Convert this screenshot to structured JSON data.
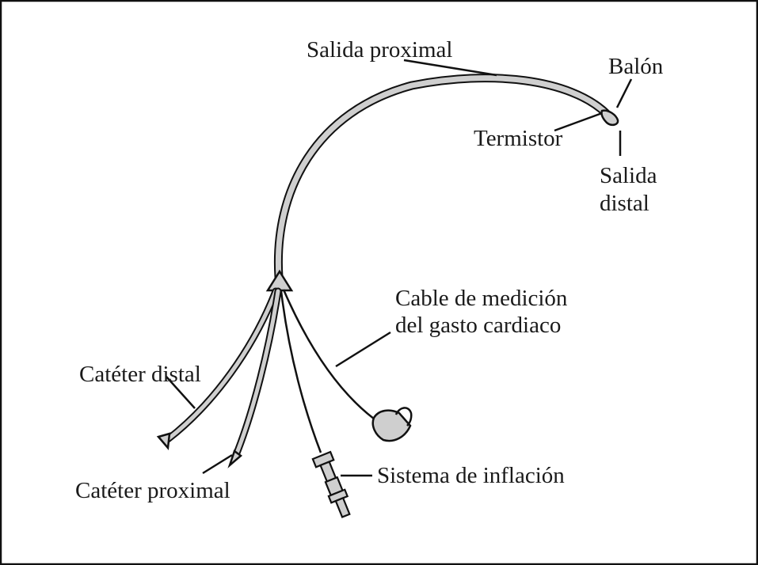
{
  "diagram": {
    "fill_color": "#cfcfcf",
    "outline_color": "#111111",
    "labels": {
      "salida_proximal": "Salida proximal",
      "balon": "Balón",
      "termistor": "Termistor",
      "salida_distal_1": "Salida",
      "salida_distal_2": "distal",
      "cable_1": "Cable de medición",
      "cable_2": "del gasto cardiaco",
      "cateter_distal": "Catéter distal",
      "cateter_proximal": "Catéter proximal",
      "sistema_inflacion": "Sistema de inflación"
    }
  }
}
